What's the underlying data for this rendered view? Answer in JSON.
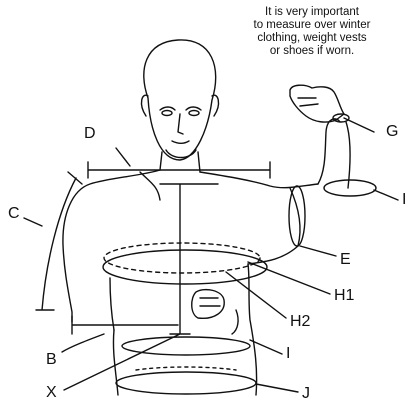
{
  "note": {
    "lines": [
      "It is very important",
      "to measure over winter",
      "clothing, weight vests",
      "or shoes if worn."
    ]
  },
  "labels": {
    "C": "C",
    "D": "D",
    "G": "G",
    "I_arm": "I",
    "E": "E",
    "H1": "H1",
    "H2": "H2",
    "B": "B",
    "X": "X",
    "I_waist": "I",
    "J": "J"
  }
}
